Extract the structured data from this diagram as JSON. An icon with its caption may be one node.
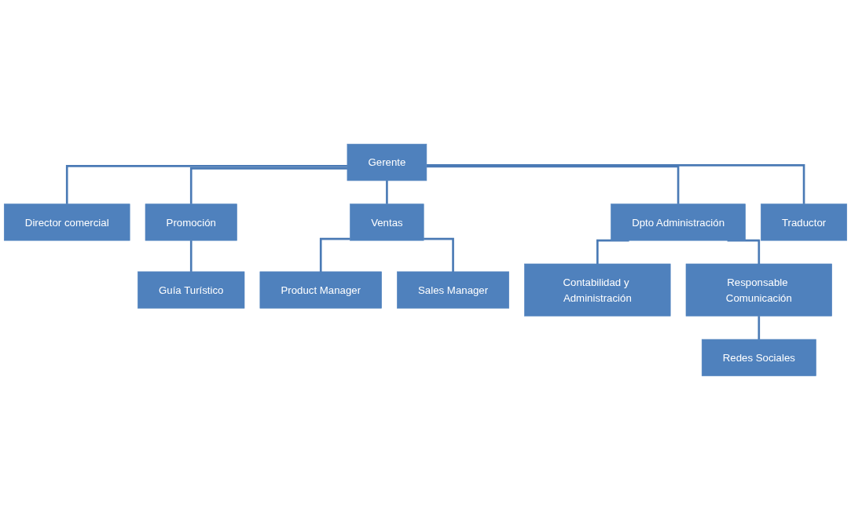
{
  "diagram": {
    "nodes": [
      {
        "text": [
          "Gerente"
        ]
      },
      {
        "text": [
          "Director comercial"
        ]
      },
      {
        "text": [
          "Promoción"
        ]
      },
      {
        "text": [
          "Ventas"
        ]
      },
      {
        "text": [
          "Dpto Administración"
        ]
      },
      {
        "text": [
          "Traductor"
        ]
      },
      {
        "text": [
          "Guía Turístico"
        ]
      },
      {
        "text": [
          "Product Manager"
        ]
      },
      {
        "text": [
          "Sales Manager"
        ]
      },
      {
        "text": [
          "Contabilidad y Administración"
        ]
      },
      {
        "text": [
          "Responsable Comunicación"
        ]
      },
      {
        "text": [
          "Redes Sociales"
        ]
      }
    ],
    "edges": [
      {
        "from": 0,
        "to": 1,
        "arrow": "none"
      },
      {
        "from": 0,
        "to": 2,
        "arrow": "none"
      },
      {
        "from": 0,
        "to": 3,
        "arrow": "none"
      },
      {
        "from": 0,
        "to": 4,
        "arrow": "none"
      },
      {
        "from": 0,
        "to": 5,
        "arrow": "none"
      },
      {
        "from": 2,
        "to": 6,
        "arrow": "none"
      },
      {
        "from": 3,
        "to": 7,
        "arrow": "none"
      },
      {
        "from": 3,
        "to": 8,
        "arrow": "none"
      },
      {
        "from": 4,
        "to": 9,
        "arrow": "none"
      },
      {
        "from": 4,
        "to": 10,
        "arrow": "none"
      },
      {
        "from": 10,
        "to": 11,
        "arrow": "none"
      }
    ]
  }
}
